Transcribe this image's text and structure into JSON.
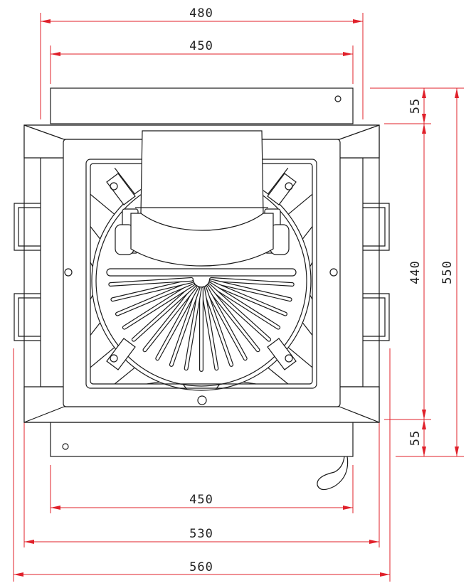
{
  "drawing": {
    "colors": {
      "dimension_line": "#e0202a",
      "outline": "#1a1a1a",
      "background": "#ffffff"
    },
    "dimensions": {
      "top_outer": "480",
      "top_inner": "450",
      "right_top_short": "55",
      "right_middle": "440",
      "right_overall": "550",
      "right_bottom_short": "55",
      "bottom_inner": "450",
      "bottom_mid": "530",
      "bottom_outer": "560"
    }
  }
}
